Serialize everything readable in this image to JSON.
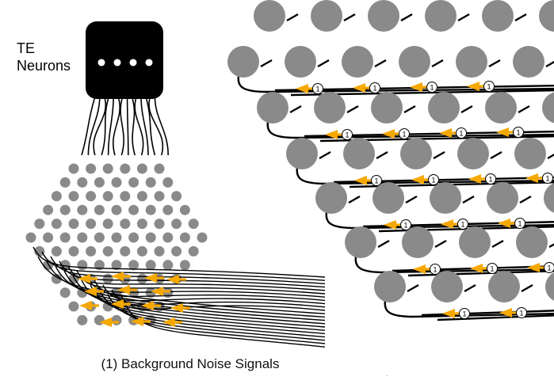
{
  "te_label_line1": "TE",
  "te_label_line2": "Neurons",
  "caption": "(1) Background Noise Signals",
  "signal_marker": "1",
  "stray_mark": "·",
  "colors": {
    "neuron": "#8a8a8a",
    "te_box": "#000000",
    "axon": "#000000",
    "signal": "#f5a800",
    "background": "#ffffff"
  },
  "icons": {
    "te_box": "te-neuron-box",
    "neuron": "neuron-cell",
    "signal": "signal-arrow"
  }
}
